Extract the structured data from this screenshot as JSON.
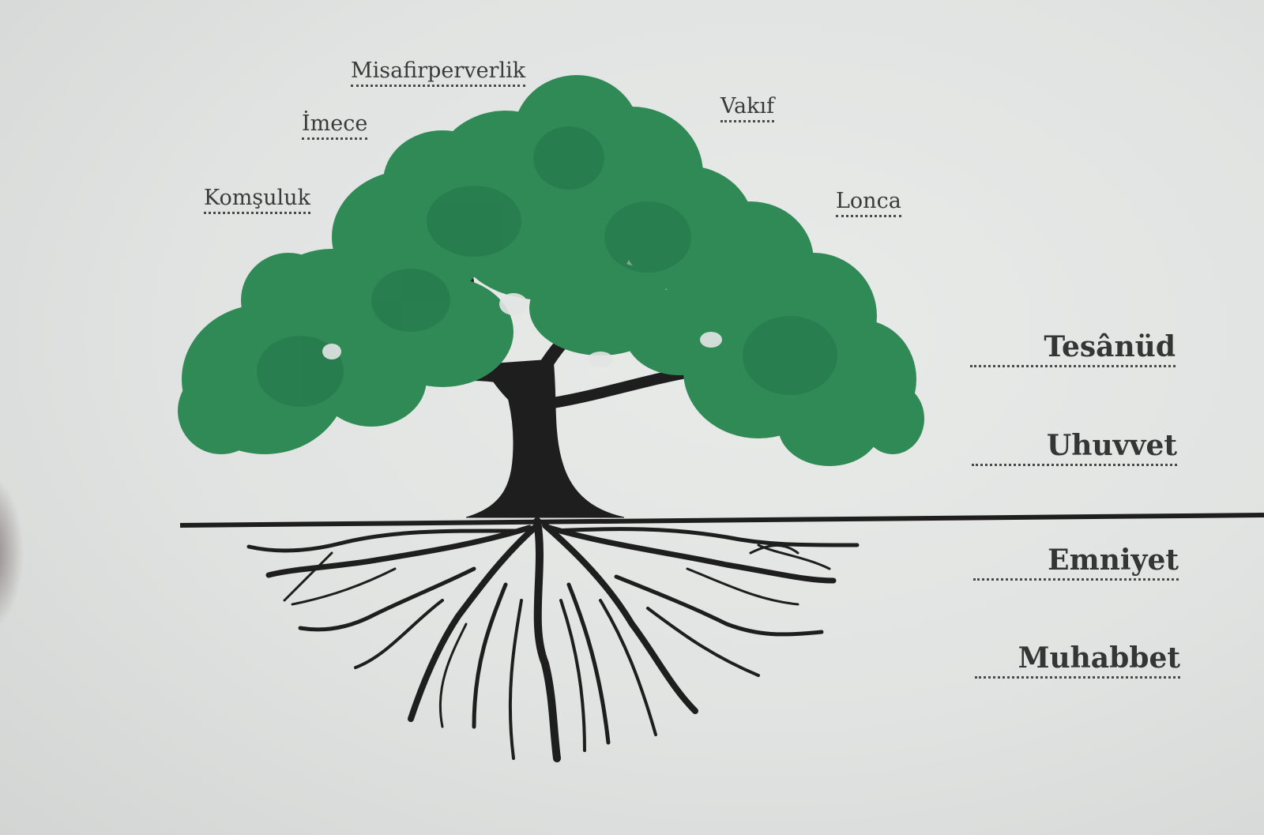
{
  "colors": {
    "foliage": "#2f8a55",
    "foliage_dark": "#23744a",
    "trunk": "#1e1e1e",
    "paper": "#e3e5e4",
    "text": "#3a3a3a"
  },
  "branch_labels": [
    {
      "key": "komsuluk",
      "text": "Komşuluk"
    },
    {
      "key": "imece",
      "text": "İmece"
    },
    {
      "key": "misafirperverlik",
      "text": "Misafirperverlik"
    },
    {
      "key": "vakif",
      "text": "Vakıf"
    },
    {
      "key": "lonca",
      "text": "Lonca"
    }
  ],
  "value_labels": [
    {
      "key": "tesanud",
      "text": "Tesânüd"
    },
    {
      "key": "uhuvvet",
      "text": "Uhuvvet"
    },
    {
      "key": "emniyet",
      "text": "Emniyet"
    },
    {
      "key": "muhabbet",
      "text": "Muhabbet"
    }
  ]
}
